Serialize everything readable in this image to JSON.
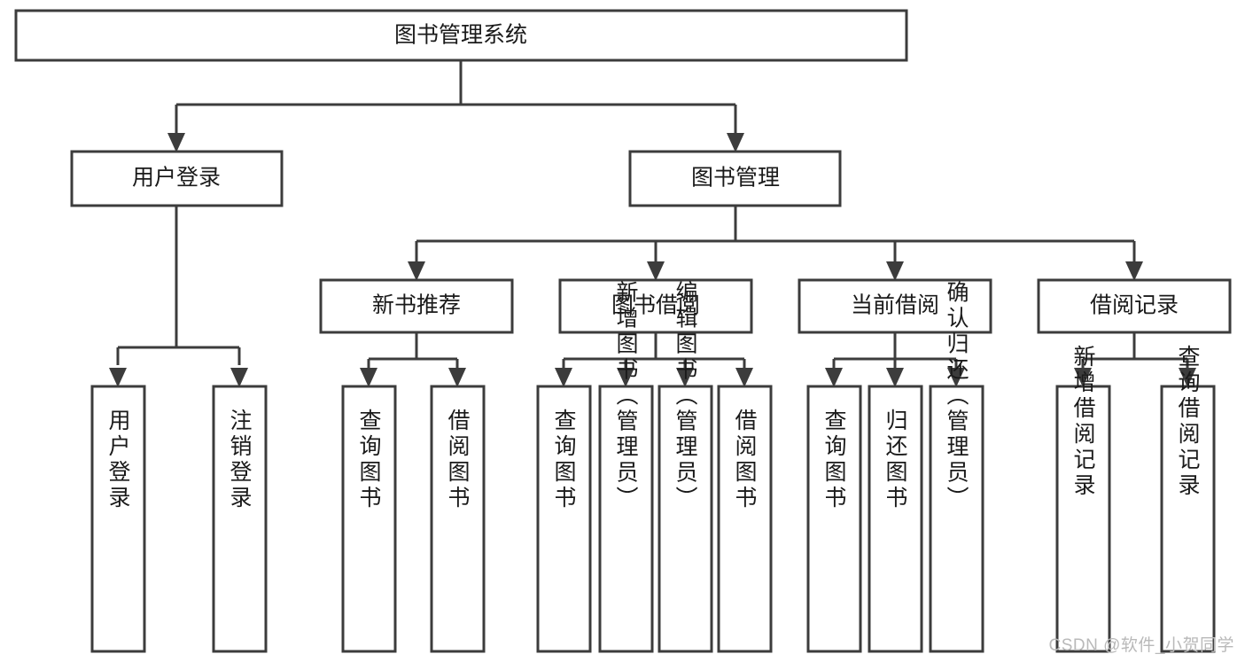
{
  "diagram": {
    "type": "tree-hierarchy-flowchart",
    "orientation": "top-down",
    "title": "图书管理系统",
    "colors": {
      "box_border": "#3c3c3c",
      "box_fill": "#ffffff",
      "connector": "#3c3c3c",
      "text": "#1a1a1a",
      "watermark": "#b9b9b9",
      "background": "#ffffff"
    },
    "levels": {
      "level1": [
        {
          "id": "root",
          "label": "图书管理系统"
        }
      ],
      "level2": [
        {
          "id": "user-login",
          "label": "用户登录",
          "parent": "root"
        },
        {
          "id": "book-manage",
          "label": "图书管理",
          "parent": "root"
        }
      ],
      "level3": [
        {
          "id": "new-book-rec",
          "label": "新书推荐",
          "parent": "book-manage"
        },
        {
          "id": "book-borrow",
          "label": "图书借阅",
          "parent": "book-manage"
        },
        {
          "id": "current-borrow",
          "label": "当前借阅",
          "parent": "book-manage"
        },
        {
          "id": "borrow-record",
          "label": "借阅记录",
          "parent": "book-manage"
        }
      ],
      "leaves": [
        {
          "id": "leaf-user-login",
          "label": "用户登录",
          "parent": "user-login"
        },
        {
          "id": "leaf-user-logout",
          "label": "注销登录",
          "parent": "user-login"
        },
        {
          "id": "leaf-query-book-1",
          "label": "查询图书",
          "parent": "new-book-rec"
        },
        {
          "id": "leaf-borrow-book-1",
          "label": "借阅图书",
          "parent": "new-book-rec"
        },
        {
          "id": "leaf-query-book-2",
          "label": "查询图书",
          "parent": "book-borrow"
        },
        {
          "id": "leaf-add-book",
          "label": "新增图书（管理员）",
          "parent": "book-borrow"
        },
        {
          "id": "leaf-edit-book",
          "label": "编辑图书（管理员）",
          "parent": "book-borrow"
        },
        {
          "id": "leaf-borrow-book-2",
          "label": "借阅图书",
          "parent": "book-borrow"
        },
        {
          "id": "leaf-query-book-3",
          "label": "查询图书",
          "parent": "current-borrow"
        },
        {
          "id": "leaf-return-book",
          "label": "归还图书",
          "parent": "current-borrow"
        },
        {
          "id": "leaf-confirm-return",
          "label": "确认归还（管理员）",
          "parent": "current-borrow"
        },
        {
          "id": "leaf-add-record",
          "label": "新增借阅记录",
          "parent": "borrow-record"
        },
        {
          "id": "leaf-query-record",
          "label": "查询借阅记录",
          "parent": "borrow-record"
        }
      ]
    }
  },
  "watermark": {
    "text": "CSDN @软件_小贺同学"
  }
}
